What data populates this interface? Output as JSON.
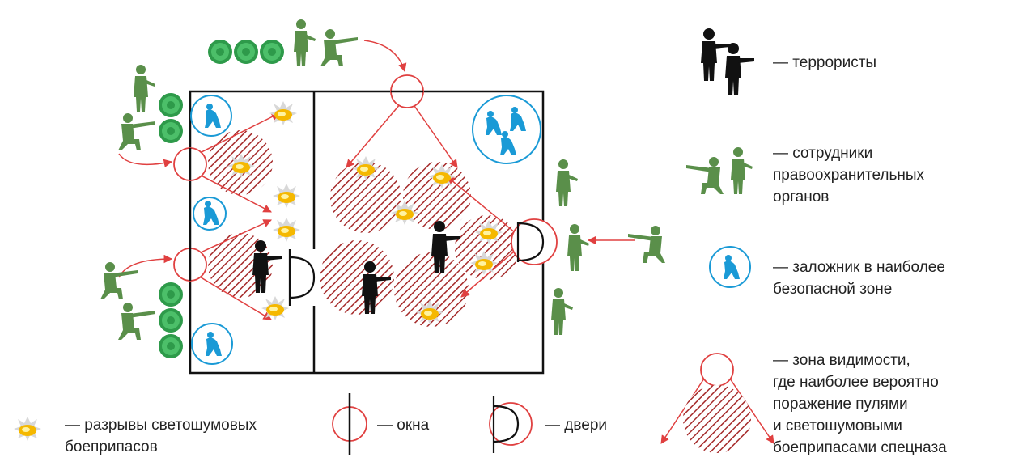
{
  "colors": {
    "terrorist": "#111111",
    "law_enforcement": "#5a8f4a",
    "hostage": "#1a9ad6",
    "window_door": "#e04040",
    "hatch": "#a52a2a",
    "blast_core": "#f5b800",
    "wall": "#111111"
  },
  "icons": {
    "terrorist": "armed-silhouette-icon",
    "law_enforcement": "soldier-rifle-icon",
    "hostage": "crouching-person-icon",
    "blast": "flashbang-burst-icon",
    "bush": "green-bush-icon"
  },
  "legend": {
    "terrorists": "— террористы",
    "law_enforcement": [
      "— сотрудники",
      "правоохранительных",
      "органов"
    ],
    "hostage": [
      "— заложник в наиболее",
      "безопасной зоне"
    ],
    "visibility_zone": [
      "— зона видимости,",
      "где наиболее вероятно",
      "поражение пулями",
      "и светошумовыми",
      "боеприпасами спецназа"
    ],
    "flashbang": [
      "— разрывы светошумовых",
      "боеприпасов"
    ],
    "windows": "— окна",
    "doors": "— двери"
  }
}
